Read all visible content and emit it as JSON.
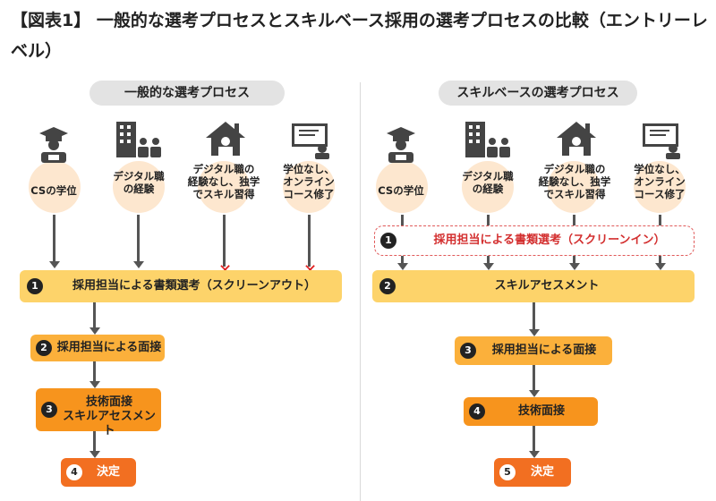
{
  "title": "【図表1】 一般的な選考プロセスとスキルベース採用の選考プロセスの比較（エントリーレベル）",
  "left": {
    "header": "一般的な選考プロセス",
    "candidates": [
      {
        "label_l1": "CSの学位",
        "label_l2": "",
        "label_l3": "",
        "icon": "graduate-icon"
      },
      {
        "label_l1": "デジタル職",
        "label_l2": "の経験",
        "label_l3": "",
        "icon": "office-building-icon"
      },
      {
        "label_l1": "デジタル職の",
        "label_l2": "経験なし、独学",
        "label_l3": "でスキル習得",
        "icon": "house-icon"
      },
      {
        "label_l1": "学位なし、",
        "label_l2": "オンライン",
        "label_l3": "コース修了",
        "icon": "online-course-icon"
      }
    ],
    "steps": [
      {
        "num": "1",
        "label": "採用担当による書類選考（スクリーンアウト）"
      },
      {
        "num": "2",
        "label": "採用担当による面接"
      },
      {
        "num": "3",
        "label_l1": "技術面接",
        "label_l2": "スキルアセスメント"
      },
      {
        "num": "4",
        "label": "決定"
      }
    ],
    "reject_mark": "✕"
  },
  "right": {
    "header": "スキルベースの選考プロセス",
    "candidates": [
      {
        "label_l1": "CSの学位",
        "label_l2": "",
        "label_l3": "",
        "icon": "graduate-icon"
      },
      {
        "label_l1": "デジタル職",
        "label_l2": "の経験",
        "label_l3": "",
        "icon": "office-building-icon"
      },
      {
        "label_l1": "デジタル職の",
        "label_l2": "経験なし、独学",
        "label_l3": "でスキル習得",
        "icon": "house-icon"
      },
      {
        "label_l1": "学位なし、",
        "label_l2": "オンライン",
        "label_l3": "コース修了",
        "icon": "online-course-icon"
      }
    ],
    "steps": [
      {
        "num": "1",
        "label": "採用担当による書類選考（スクリーンイン）"
      },
      {
        "num": "2",
        "label": "スキルアセスメント"
      },
      {
        "num": "3",
        "label": "採用担当による面接"
      },
      {
        "num": "4",
        "label": "技術面接"
      },
      {
        "num": "5",
        "label": "決定"
      }
    ]
  },
  "colors": {
    "step_yellow": "#fdd36a",
    "step_orange_light": "#fbb03b",
    "step_orange": "#f7941d",
    "step_orange_dark": "#f26f21",
    "screen_in_red": "#d32f2f",
    "circle_bg": "#fde7cf"
  }
}
